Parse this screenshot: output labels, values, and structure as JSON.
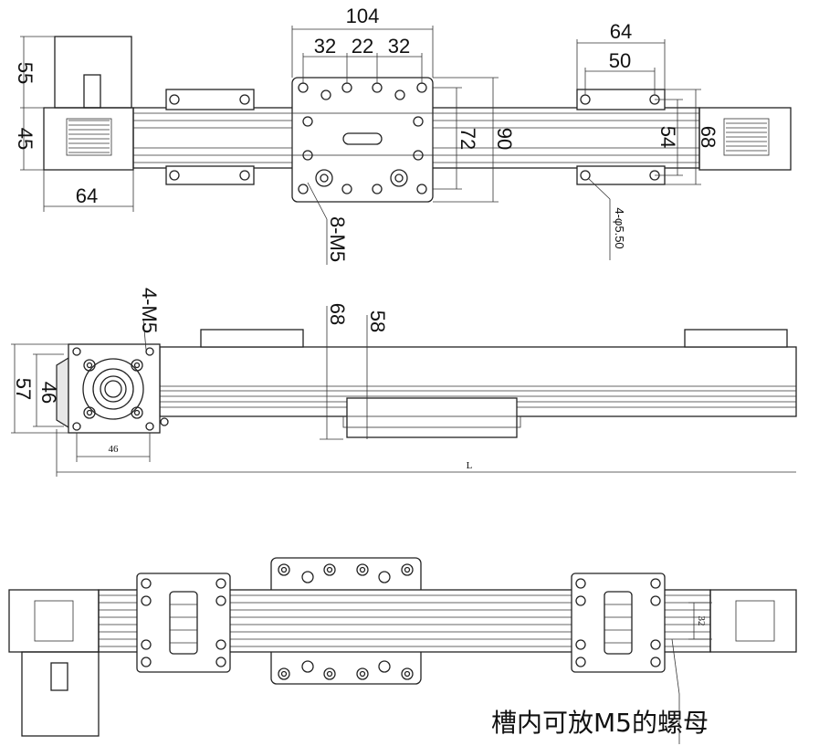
{
  "top_view": {
    "dims": {
      "carriage_width": "104",
      "hole_32_left": "32",
      "hole_22": "22",
      "hole_32_right": "32",
      "foot_64": "64",
      "foot_50": "50",
      "motor_55": "55",
      "motor_45": "45",
      "motor_64": "64",
      "carriage_72": "72",
      "carriage_90": "90",
      "rail_54": "54",
      "rail_68": "68"
    },
    "callouts": {
      "screws": "8-M5",
      "holes": "4-φ5.50"
    }
  },
  "side_view": {
    "dims": {
      "flange_57": "57",
      "flange_46_v": "46",
      "flange_46_h": "46",
      "height_68": "68",
      "height_58": "58",
      "length": "L"
    },
    "callouts": {
      "screws": "4-M5"
    }
  },
  "bottom_view": {
    "dims": {
      "slot_32": "32"
    },
    "note": "槽内可放M5的螺母"
  }
}
